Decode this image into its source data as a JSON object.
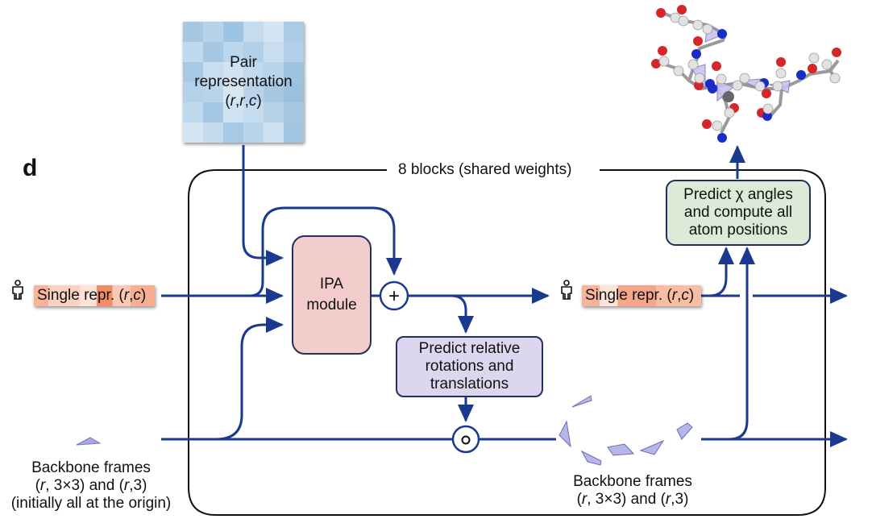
{
  "panel_label": "d",
  "loop": {
    "label": "8 blocks (shared weights)"
  },
  "pair_repr": {
    "line1": "Pair",
    "line2": "representation",
    "line3_parts": [
      "(",
      "r",
      ",",
      "r",
      ",",
      "c",
      ")"
    ]
  },
  "single_in": {
    "text": "Single repr. (",
    "r": "r",
    "comma": ",",
    "c": "c",
    "close": ")"
  },
  "single_out": {
    "text": "Single repr. (",
    "r": "r",
    "comma": ",",
    "c": "c",
    "close": ")"
  },
  "ipa": {
    "line1": "IPA",
    "line2": "module"
  },
  "plus_op": "+",
  "compose_op": "∘",
  "predict_rot": {
    "line1": "Predict relative",
    "line2": "rotations and",
    "line3": "translations"
  },
  "predict_chi": {
    "line1": "Predict χ angles",
    "line2": "and compute all",
    "line3": "atom positions"
  },
  "backbone_in": {
    "line1": "Backbone frames",
    "line2": "(r, 3×3) and (r,3)",
    "line3": "(initially all at the origin)"
  },
  "backbone_out": {
    "line1": "Backbone frames",
    "line2": "(r, 3×3) and (r,3)"
  },
  "colors": {
    "arrow": "#1b3a8f",
    "ipa_fill": "#f3cccc",
    "rot_fill": "#dcd7ee",
    "chi_fill": "#dcebd8",
    "pair_fill": "#a9cbe4",
    "single_fill": "#f6b79f",
    "frame_fill": "#a9a8e0",
    "atom_red": "#d6262a",
    "atom_blue": "#1b2bc8",
    "atom_white": "#e2e2e2"
  }
}
